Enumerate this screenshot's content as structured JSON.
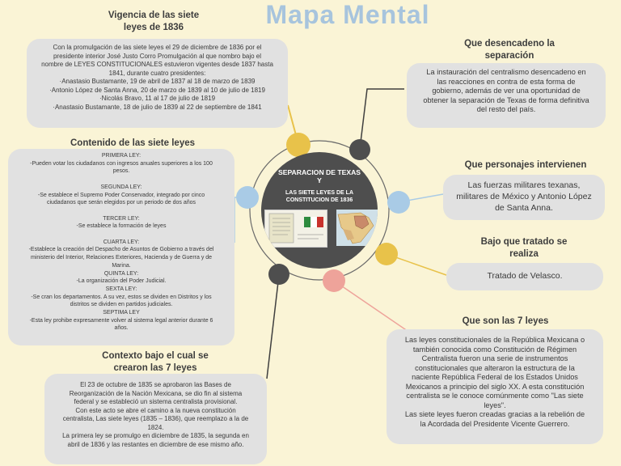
{
  "title": "Mapa Mental",
  "center": {
    "title_line1": "SEPARACION DE TEXAS",
    "title_line2": "Y",
    "subtitle_line1": "LAS SIETE LEYES DE LA",
    "subtitle_line2": "CONSTITUCION DE 1836"
  },
  "vigencia": {
    "heading_line1": "Vigencia de las siete",
    "heading_line2": "leyes de 1836",
    "lines": [
      "Con la promulgación de las siete leyes el 29 de diciembre de 1836 por el",
      "presidente interior José Justo Corro Promulgación al que nombro bajo el",
      "nombre de LEYES CONSTITUCIONALES estuvieron vigentes desde 1837 hasta",
      "1841, durante cuatro presidentes:",
      "·Anastasio Bustamante, 19 de abril de 1837 al 18 de marzo de 1839",
      "·Antonio López de Santa Anna, 20 de marzo de 1839 al 10 de julio de 1819",
      "·Nicolás Bravo, 11 al 17 de julio de 1819",
      "·Anastasio Bustamante, 18 de julio de 1839 al 22 de septiembre de 1841"
    ]
  },
  "contenido": {
    "heading": "Contenido de las siete leyes",
    "lines": [
      "PRIMERA LEY:",
      "-Pueden votar los ciudadanos con ingresos anuales superiores a los 100",
      "pesos.",
      "",
      "SEGUNDA LEY:",
      "-Se establece el Supremo Poder Conservador, integrado por cinco",
      "ciudadanos que serán elegidos por un periodo de dos años",
      "",
      "TERCER LEY:",
      "-Se establece la formación de leyes",
      "",
      "CUARTA LEY:",
      "-Establece la creación del Despacho de Asuntos de Gobierno a través del",
      "ministerio del Interior, Relaciones Exteriores, Hacienda y de Guerra y de",
      "Marina.",
      "QUINTA LEY:",
      "-La organización del Poder Judicial.",
      "SEXTA LEY:",
      "-Se cran los departamentos. A su vez, estos se dividen en Distritos y los",
      "distritos se dividen en partidos judiciales.",
      "SEPTIMA LEY",
      "-Esta ley prohibe expresamente volver al sistema legal anterior durante 6",
      "años."
    ]
  },
  "contexto": {
    "heading_line1": "Contexto bajo el cual se",
    "heading_line2": "crearon las 7 leyes",
    "lines": [
      "El 23 de octubre de 1835 se aprobaron las Bases de",
      "Reorganización de la Nación Mexicana, se dio fin al sistema",
      "federal y se estableció un sistema centralista provisional.",
      "Con este acto se abre el camino a la nueva constitución",
      "centralista, Las siete leyes (1835 – 1836), que reemplazo a la de",
      "1824.",
      "La primera ley se promulgo en diciembre de 1835, la segunda en",
      "abril de 1836 y las restantes en diciembre de ese mismo año."
    ]
  },
  "desencadeno": {
    "heading_line1": "Que desencadeno la",
    "heading_line2": "separación",
    "lines": [
      "La instauración del centralismo desencadeno en",
      "las reacciones en contra de esta forma de",
      "gobierno, además de ver una oportunidad de",
      "obtener la separación de Texas de forma definitiva",
      "del resto del país."
    ]
  },
  "personajes": {
    "heading": "Que personajes intervienen",
    "lines": [
      "Las fuerzas militares texanas,",
      "militares de México y Antonio López",
      "de Santa Anna."
    ]
  },
  "tratado": {
    "heading_line1": "Bajo que tratado se",
    "heading_line2": "realiza",
    "text": "Tratado de Velasco."
  },
  "sieteleyes": {
    "heading": "Que son las 7 leyes",
    "lines": [
      "Las leyes constitucionales de la República Mexicana o",
      "también conocida como Constitución de Régimen",
      "Centralista fueron una serie de instrumentos",
      "constitucionales que alteraron la estructura de la",
      "naciente República Federal de los Estados Unidos",
      "Mexicanos a principio del siglo XX. A esta constitución",
      "centralista se le conoce comúnmente como \"Las siete",
      "leyes\".",
      "Las siete leyes fueron creadas gracias a la rebelión de",
      "la Acordada del Presidente Vicente Guerrero."
    ]
  },
  "colors": {
    "background": "#faf4d6",
    "box": "#e1e1e1",
    "center": "#4e4e4e",
    "title": "#a7c4dd",
    "yellow": "#e8c24a",
    "blue": "#a9cbe6",
    "pink": "#eea39a",
    "dark": "#4e4e4e"
  }
}
